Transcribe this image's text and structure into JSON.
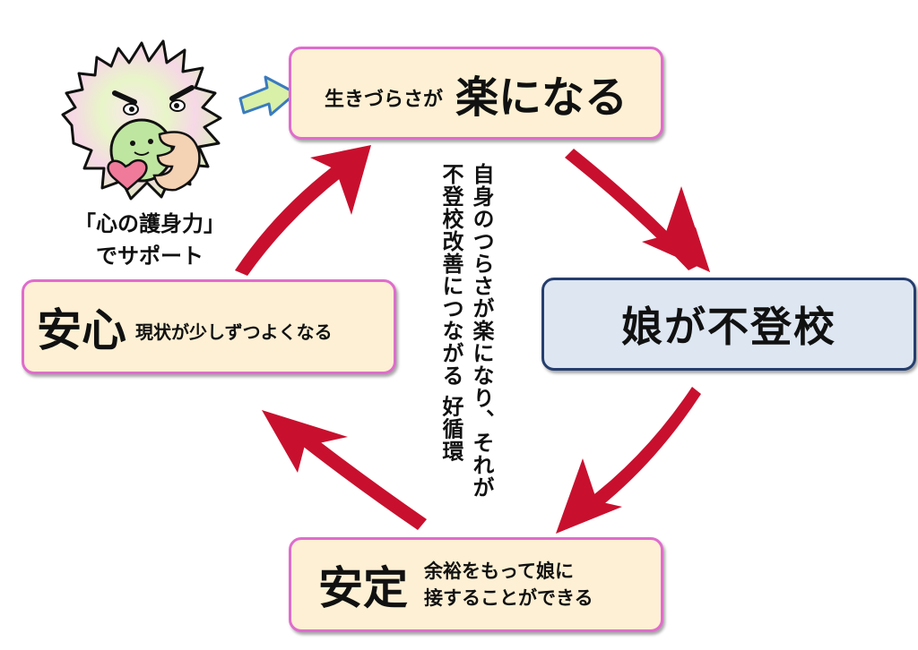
{
  "nodes": {
    "top": {
      "prefix": "生きづらさが",
      "main": "楽になる"
    },
    "right": {
      "main": "娘が不登校"
    },
    "bottom": {
      "main": "安定",
      "line1": "余裕をもって娘に",
      "line2": "接することができる"
    },
    "left": {
      "main": "安心",
      "desc": "現状が少しずつよくなる"
    }
  },
  "center_text": {
    "column1": "自身のつらさが楽になり、それが",
    "column2": "不登校改善につながる 好循環"
  },
  "support": {
    "line1": "「心の護身力」",
    "line2": "でサポート"
  },
  "colors": {
    "arrow_red": "#c8102e",
    "box_fill_warm": "#fdf0d4",
    "box_border_pink": "#e06ccc",
    "box_fill_blue": "#dde6f1",
    "box_border_navy": "#253e6e",
    "small_arrow_fill": "#d8f0a8",
    "small_arrow_border": "#3a7bbf"
  }
}
